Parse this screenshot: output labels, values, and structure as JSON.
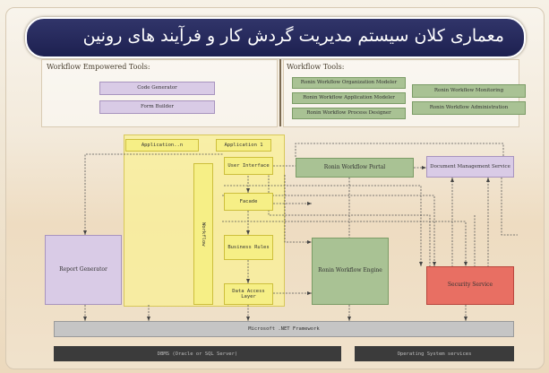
{
  "title": "معماری کلان سیستم مدیریت گردش کار و فرآیند های رونین",
  "empowered": {
    "label": "Workflow Empowered Tools:",
    "items": [
      "Code Generator",
      "Form Builder"
    ]
  },
  "workflow_tools": {
    "label": "Workflow Tools:",
    "left": [
      "Ronin Workflow Organization Modeler",
      "Ronin Workflow Application Modeler",
      "Ronin Workflow Process Designer"
    ],
    "right": [
      "Ronin Workflow Monitoring",
      "Ronin Workflow Administration"
    ]
  },
  "apps": {
    "app_n": "Application..n",
    "app_1": "Application 1"
  },
  "layers": {
    "vertical": "Workflow",
    "user_interface": "User Interface",
    "facade": "Facade",
    "business_rules": "Business Rules",
    "data_access": "Data Access Layer"
  },
  "report_generator": "Report Generator",
  "portal": "Ronin Workflow Portal",
  "doc_service": "Document Management Service",
  "engine": "Ronin Workflow Engine",
  "security": "Security Service",
  "framework": "Microsoft .NET Framework",
  "dbms": "DBMS (Oracle or SQL Server)",
  "os": "Operating System services",
  "colors": {
    "title_bg": "#23275a",
    "lavender": "#d9cbe6",
    "green": "#a9c294",
    "yellow": "#f6ef86",
    "red": "#e86f63"
  }
}
